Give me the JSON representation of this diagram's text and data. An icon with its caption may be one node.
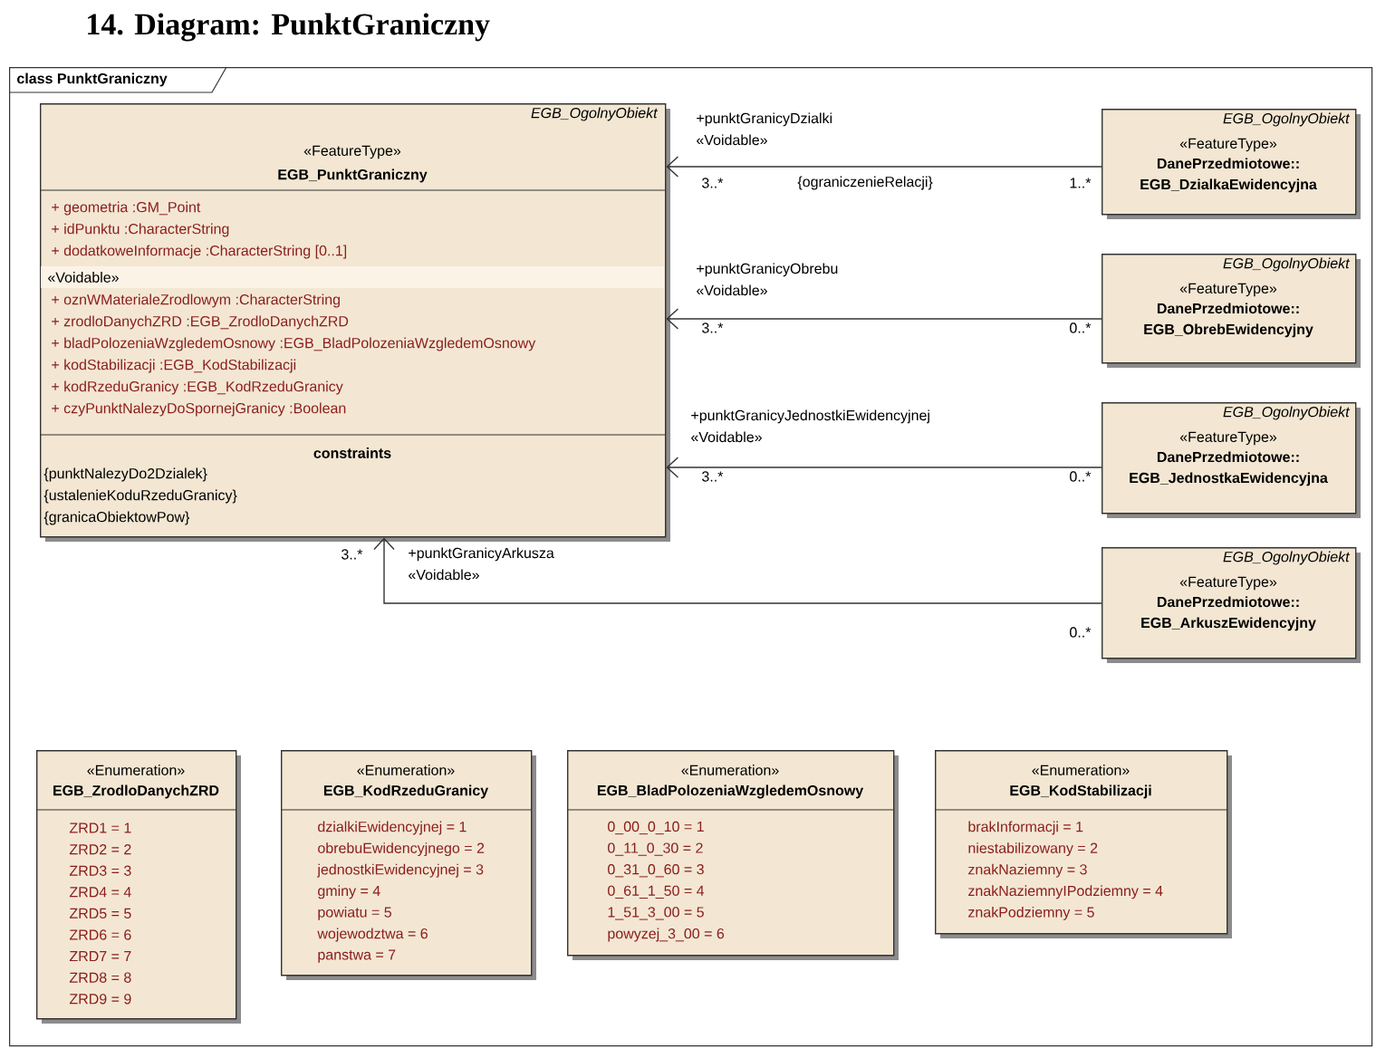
{
  "diagram": {
    "title": "14. Diagram: PunktGraniczny",
    "nodes": [
      {
        "text": [
          "class PunktGraniczny"
        ]
      },
      {
        "text": [
          "EGB_OgolnyObiekt",
          "«FeatureType»",
          "EGB_PunktGraniczny",
          "+ geometria :GM_Point",
          "+ idPunktu :CharacterString",
          "+ dodatkoweInformacje :CharacterString [0..1]",
          "«Voidable»",
          "+ oznWMaterialeZrodlowym :CharacterString",
          "+ zrodloDanychZRD :EGB_ZrodloDanychZRD",
          "+ bladPolozeniaWzgledemOsnowy :EGB_BladPolozeniaWzgledemOsnowy",
          "+ kodStabilizacji :EGB_KodStabilizacji",
          "+ kodRzeduGranicy :EGB_KodRzeduGranicy",
          "+ czyPunktNalezyDoSpornejGranicy :Boolean",
          "constraints",
          "{punktNalezyDo2Dzialek}",
          "{ustalenieKoduRzeduGranicy}",
          "{granicaObiektowPow}"
        ],
        "in": 0
      },
      {
        "text": [
          "EGB_OgolnyObiekt",
          "«FeatureType»",
          "DanePrzedmiotowe:: EGB_DzialkaEwidencyjna"
        ],
        "in": 0
      },
      {
        "text": [
          "EGB_OgolnyObiekt",
          "«FeatureType»",
          "DanePrzedmiotowe:: EGB_ObrebEwidencyjny"
        ],
        "in": 0
      },
      {
        "text": [
          "EGB_OgolnyObiekt",
          "«FeatureType»",
          "DanePrzedmiotowe:: EGB_JednostkaEwidencyjna"
        ],
        "in": 0
      },
      {
        "text": [
          "EGB_OgolnyObiekt",
          "«FeatureType»",
          "DanePrzedmiotowe:: EGB_ArkuszEwidencyjny"
        ],
        "in": 0
      },
      {
        "text": [
          "«Enumeration»",
          "EGB_ZrodloDanychZRD",
          "ZRD1 = 1",
          "ZRD2 = 2",
          "ZRD3 = 3",
          "ZRD4 = 4",
          "ZRD5 = 5",
          "ZRD6 = 6",
          "ZRD7 = 7",
          "ZRD8 = 8",
          "ZRD9 = 9"
        ],
        "in": 0
      },
      {
        "text": [
          "«Enumeration»",
          "EGB_KodRzeduGranicy",
          "dzialkiEwidencyjnej = 1",
          "obrebuEwidencyjnego = 2",
          "jednostkiEwidencyjnej = 3",
          "gminy = 4",
          "powiatu = 5",
          "wojewodztwa = 6",
          "panstwa = 7"
        ],
        "in": 0
      },
      {
        "text": [
          "«Enumeration»",
          "EGB_BladPolozeniaWzgledemOsnowy",
          "0_00_0_10 = 1",
          "0_11_0_30 = 2",
          "0_31_0_60 = 3",
          "0_61_1_50 = 4",
          "1_51_3_00 = 5",
          "powyzej_3_00 = 6"
        ],
        "in": 0
      },
      {
        "text": [
          "«Enumeration»",
          "EGB_KodStabilizacji",
          "brakInformacji = 1",
          "niestabilizowany = 2",
          "znakNaziemny = 3",
          "znakNaziemnyIPodziemny = 4",
          "znakPodziemny = 5"
        ],
        "in": 0
      }
    ],
    "edges": [
      {
        "from": 2,
        "to": 1,
        "arrow": "to",
        "label": "+punktGranicyDzialki «Voidable»"
      },
      {
        "from": 3,
        "to": 1,
        "arrow": "to",
        "label": "+punktGranicyObrebu «Voidable»"
      },
      {
        "from": 4,
        "to": 1,
        "arrow": "to",
        "label": "+punktGranicyJednostkiEwidencyjnej «Voidable»"
      },
      {
        "from": 5,
        "to": 1,
        "arrow": "to",
        "label": "+punktGranicyArkusza «Voidable»"
      }
    ],
    "labels": [
      "3..*",
      "{ograniczenieRelacji}",
      "1..*",
      "3..*",
      "0..*",
      "3..*",
      "0..*",
      "3..*",
      "0..*"
    ]
  }
}
